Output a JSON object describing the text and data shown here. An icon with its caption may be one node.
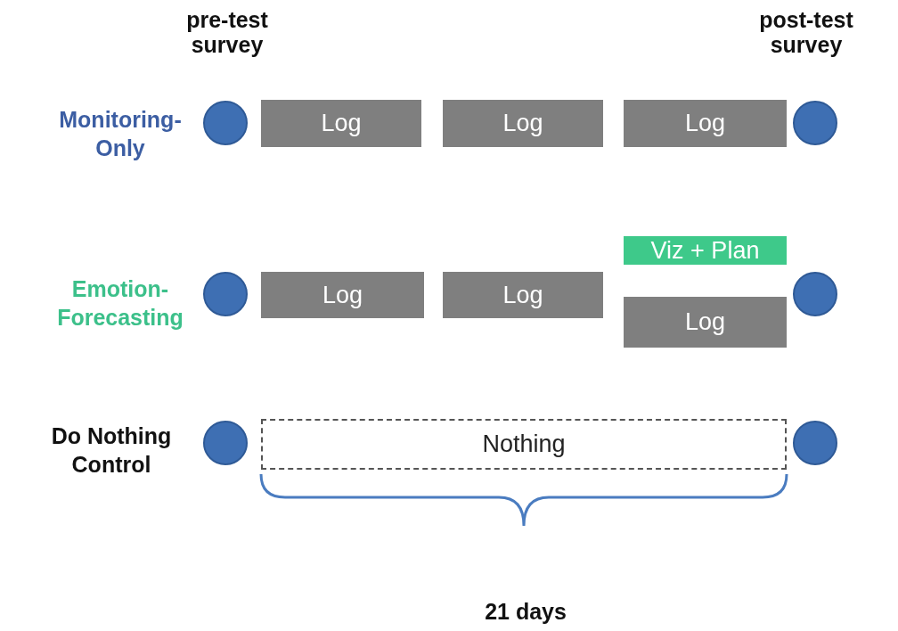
{
  "diagram": {
    "nodes": [
      {
        "text": [],
        "shape": "circle"
      },
      {
        "text": [
          "Log"
        ]
      },
      {
        "text": [
          "Log"
        ]
      },
      {
        "text": [
          "Log"
        ]
      },
      {
        "text": [],
        "shape": "circle"
      },
      {
        "text": [],
        "shape": "circle"
      },
      {
        "text": [
          "Log"
        ]
      },
      {
        "text": [
          "Log"
        ]
      },
      {
        "text": [
          "Viz + Plan"
        ]
      },
      {
        "text": [
          "Log"
        ]
      },
      {
        "text": [],
        "shape": "circle"
      },
      {
        "text": [],
        "shape": "circle"
      },
      {
        "text": [
          "Nothing"
        ]
      },
      {
        "text": [],
        "shape": "circle"
      }
    ],
    "labels": [
      "pre-test survey",
      "post-test survey",
      "Monitoring-Only",
      "Emotion-Forecasting",
      "Do Nothing Control",
      "21 days"
    ]
  }
}
